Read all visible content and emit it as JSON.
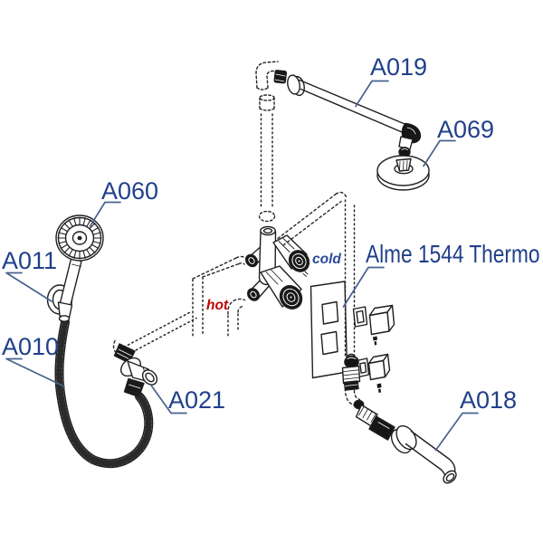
{
  "diagram": {
    "background_color": "#ffffff",
    "part_labels": [
      {
        "id": "a019",
        "text": "A019"
      },
      {
        "id": "a069",
        "text": "A069"
      },
      {
        "id": "a060",
        "text": "A060"
      },
      {
        "id": "a011",
        "text": "A011"
      },
      {
        "id": "a010",
        "text": "A010"
      },
      {
        "id": "a021",
        "text": "A021"
      },
      {
        "id": "a018",
        "text": "A018"
      },
      {
        "id": "thermo",
        "text": "Alme 1544 Thermo"
      }
    ],
    "pipe_labels": {
      "cold": "cold",
      "hot": "hot"
    },
    "colors": {
      "label_text": "#20408a",
      "leader_line": "#48628f",
      "cold_text": "#2a4a9b",
      "hot_text": "#c00000",
      "line_art": "#1f1f1f"
    }
  }
}
